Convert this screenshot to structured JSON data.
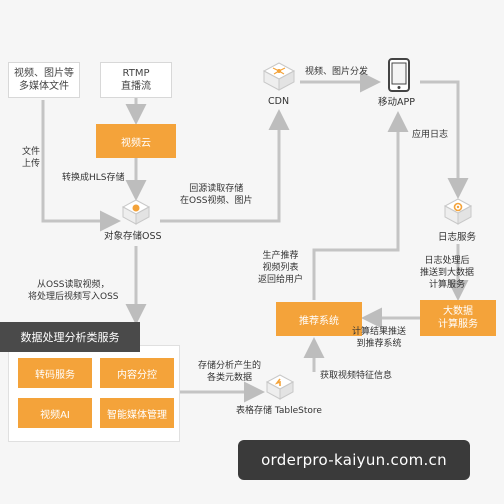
{
  "nodes": {
    "media_files": "视频、图片等\n多媒体文件",
    "rtmp": "RTMP\n直播流",
    "video_cloud": "视频云",
    "object_storage": "对象存储OSS",
    "cdn": "CDN",
    "mobile_app": "移动APP",
    "log_service": "日志服务",
    "bigdata": "大数据\n计算服务",
    "recommend": "推荐系统",
    "tablestore": "表格存储 TableStore"
  },
  "edge_labels": {
    "file_upload": "文件\n上传",
    "to_hls": "转换成HLS存储",
    "origin_fetch": "回源读取存储\n在OSS视频、图片",
    "distribute": "视频、图片分发",
    "app_log": "应用日志",
    "log_processed": "日志处理后\n推送到大数据\n计算服务",
    "calc_result": "计算结果推送\n到推荐系统",
    "produce_recommend": "生产推荐\n视频列表\n返回给用户",
    "read_oss": "从OSS读取视频，\n将处理后视频写入OSS",
    "store_meta": "存储分析产生的\n各类元数据",
    "get_features": "获取视频特征信息"
  },
  "processing": {
    "title": "数据处理分析类服务",
    "services": [
      "转码服务",
      "内容分控",
      "视频AI",
      "智能媒体管理"
    ]
  },
  "watermark": "orderpro-kaiyun.com.cn",
  "colors": {
    "accent": "#f4a33a",
    "line": "#bdbdbd",
    "band": "#4a4a4a"
  }
}
